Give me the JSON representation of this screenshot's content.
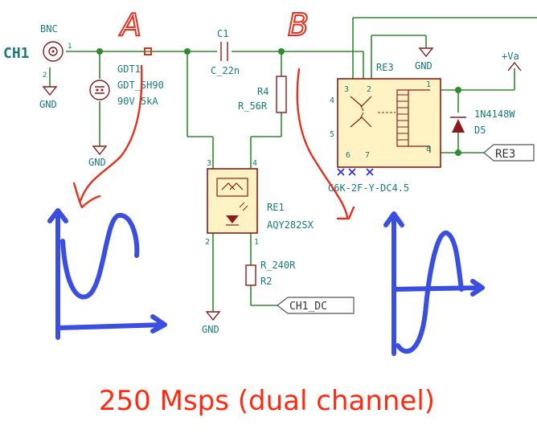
{
  "annotations": {
    "label_a": "A",
    "label_b": "B",
    "caption": "250 Msps (dual channel)"
  },
  "connector": {
    "name": "CH1",
    "type": "BNC",
    "pin1": "1",
    "pin2": "2"
  },
  "gdt": {
    "ref": "GDT1",
    "value": "GDT_SH90",
    "rating": "90V 5kA"
  },
  "capacitor": {
    "ref": "C1",
    "value": "C_22n"
  },
  "resistor_r4": {
    "ref": "R4",
    "value": "R_56R"
  },
  "relay_re1": {
    "ref": "RE1",
    "value": "AQY282SX",
    "pins": [
      "3",
      "4",
      "2",
      "1"
    ]
  },
  "resistor_r2": {
    "ref": "R2",
    "value": "R_240R"
  },
  "relay_re3": {
    "ref": "RE3",
    "value": "G6K-2F-Y-DC4.5",
    "pins": [
      "4",
      "3",
      "2",
      "1",
      "5",
      "6",
      "7",
      "8"
    ]
  },
  "diode": {
    "ref": "D5",
    "value": "1N4148W"
  },
  "power": {
    "rail": "+Va",
    "gnd": "GND"
  },
  "net_labels": {
    "ch1_dc": "CH1_DC",
    "re3": "RE3"
  }
}
